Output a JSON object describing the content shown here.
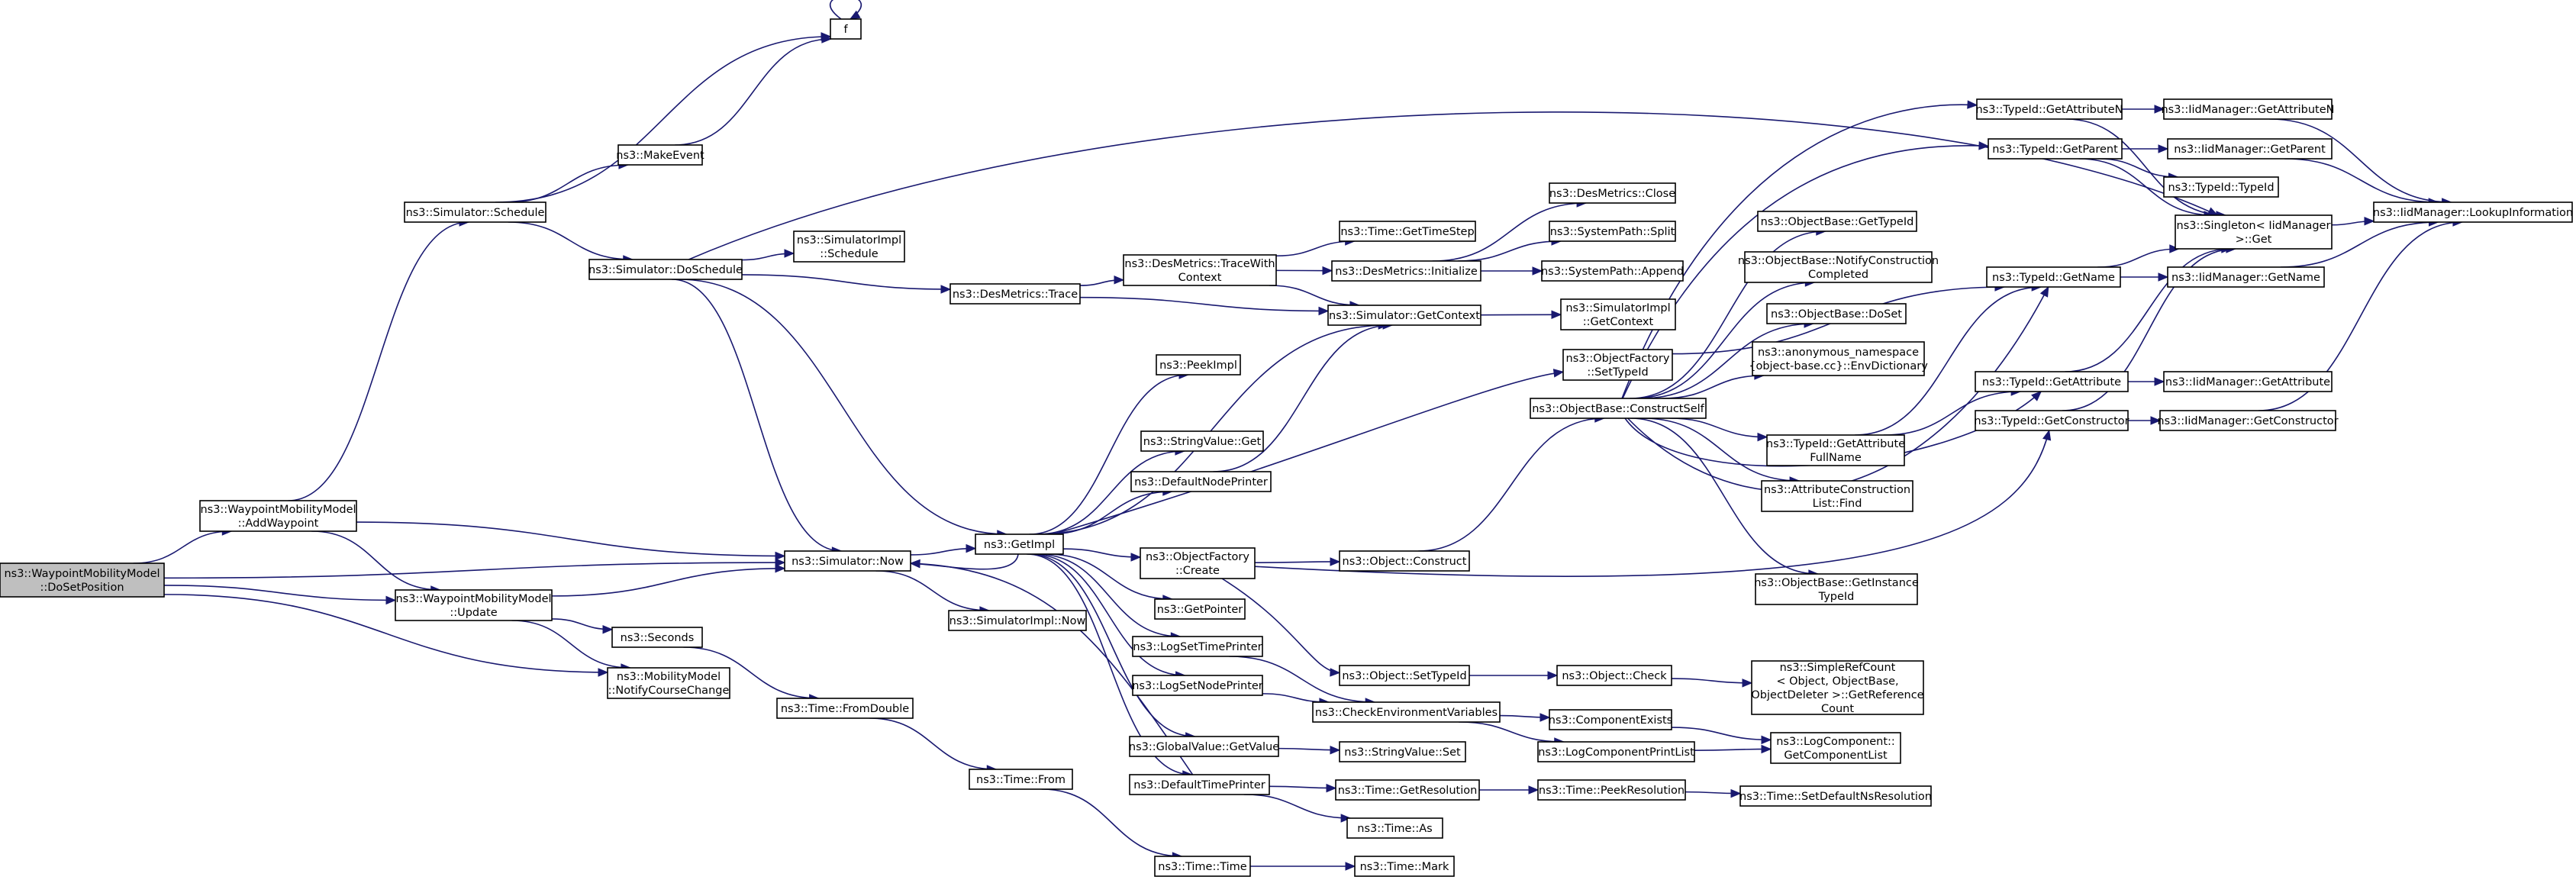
{
  "graph": {
    "title": "",
    "colors": {
      "edge": "#191970",
      "node_border": "#000000",
      "node_fill": "#ffffff",
      "root_fill": "#bfbfbf",
      "truncated_border": "#ff0000",
      "text": "#000000"
    },
    "nodes": [
      {
        "id": "root",
        "lines": [
          "ns3::WaypointMobilityModel",
          "::DoSetPosition"
        ],
        "root": true
      },
      {
        "id": "addWaypoint",
        "lines": [
          "ns3::WaypointMobilityModel",
          "::AddWaypoint"
        ]
      },
      {
        "id": "update",
        "lines": [
          "ns3::WaypointMobilityModel",
          "::Update"
        ]
      },
      {
        "id": "notify",
        "lines": [
          "ns3::MobilityModel",
          "::NotifyCourseChange"
        ]
      },
      {
        "id": "schedule",
        "lines": [
          "ns3::Simulator::Schedule"
        ]
      },
      {
        "id": "f",
        "lines": [
          "f"
        ]
      },
      {
        "id": "makeEvent",
        "lines": [
          "ns3::MakeEvent"
        ]
      },
      {
        "id": "doSchedule",
        "lines": [
          "ns3::Simulator::DoSchedule"
        ]
      },
      {
        "id": "simImplSchedule",
        "lines": [
          "ns3::SimulatorImpl",
          "::Schedule"
        ]
      },
      {
        "id": "desTrace",
        "lines": [
          "ns3::DesMetrics::Trace"
        ]
      },
      {
        "id": "traceWith",
        "lines": [
          "ns3::DesMetrics::TraceWith",
          "Context"
        ]
      },
      {
        "id": "timeStep",
        "lines": [
          "ns3::Time::GetTimeStep"
        ]
      },
      {
        "id": "desInit",
        "lines": [
          "ns3::DesMetrics::Initialize"
        ]
      },
      {
        "id": "desClose",
        "lines": [
          "ns3::DesMetrics::Close"
        ]
      },
      {
        "id": "sysSplit",
        "lines": [
          "ns3::SystemPath::Split"
        ]
      },
      {
        "id": "sysAppend",
        "lines": [
          "ns3::SystemPath::Append"
        ]
      },
      {
        "id": "getContext",
        "lines": [
          "ns3::Simulator::GetContext"
        ]
      },
      {
        "id": "simImplGetContext",
        "lines": [
          "ns3::SimulatorImpl",
          "::GetContext"
        ]
      },
      {
        "id": "now",
        "lines": [
          "ns3::Simulator::Now"
        ]
      },
      {
        "id": "simImplNow",
        "lines": [
          "ns3::SimulatorImpl::Now"
        ]
      },
      {
        "id": "getImpl",
        "lines": [
          "ns3::GetImpl"
        ]
      },
      {
        "id": "peekImpl",
        "lines": [
          "ns3::PeekImpl"
        ]
      },
      {
        "id": "svGet",
        "lines": [
          "ns3::StringValue::Get"
        ]
      },
      {
        "id": "defNodePrinter",
        "lines": [
          "ns3::DefaultNodePrinter"
        ]
      },
      {
        "id": "ofCreate",
        "lines": [
          "ns3::ObjectFactory",
          "::Create"
        ]
      },
      {
        "id": "getPointer",
        "lines": [
          "ns3::GetPointer"
        ]
      },
      {
        "id": "logSetTime",
        "lines": [
          "ns3::LogSetTimePrinter"
        ]
      },
      {
        "id": "logSetNode",
        "lines": [
          "ns3::LogSetNodePrinter"
        ]
      },
      {
        "id": "gvGetValue",
        "lines": [
          "ns3::GlobalValue::GetValue"
        ]
      },
      {
        "id": "defTimePrinter",
        "lines": [
          "ns3::DefaultTimePrinter"
        ]
      },
      {
        "id": "seconds",
        "lines": [
          "ns3::Seconds"
        ]
      },
      {
        "id": "fromDouble",
        "lines": [
          "ns3::Time::FromDouble"
        ]
      },
      {
        "id": "timeFrom",
        "lines": [
          "ns3::Time::From"
        ]
      },
      {
        "id": "timeTime",
        "lines": [
          "ns3::Time::Time"
        ]
      },
      {
        "id": "timeMark",
        "lines": [
          "ns3::Time::Mark"
        ],
        "truncated": true
      },
      {
        "id": "objConstruct",
        "lines": [
          "ns3::Object::Construct"
        ]
      },
      {
        "id": "objSetTypeId",
        "lines": [
          "ns3::Object::SetTypeId"
        ]
      },
      {
        "id": "objCheck",
        "lines": [
          "ns3::Object::Check"
        ]
      },
      {
        "id": "checkEnv",
        "lines": [
          "ns3::CheckEnvironmentVariables"
        ]
      },
      {
        "id": "svSet",
        "lines": [
          "ns3::StringValue::Set"
        ]
      },
      {
        "id": "getRes",
        "lines": [
          "ns3::Time::GetResolution"
        ]
      },
      {
        "id": "timeAs",
        "lines": [
          "ns3::Time::As"
        ]
      },
      {
        "id": "peekRes",
        "lines": [
          "ns3::Time::PeekResolution"
        ]
      },
      {
        "id": "setDefRes",
        "lines": [
          "ns3::Time::SetDefaultNsResolution"
        ],
        "truncated": true
      },
      {
        "id": "compExists",
        "lines": [
          "ns3::ComponentExists"
        ]
      },
      {
        "id": "logCompPrint",
        "lines": [
          "ns3::LogComponentPrintList"
        ]
      },
      {
        "id": "getCompList",
        "lines": [
          "ns3::LogComponent::",
          "GetComponentList"
        ]
      },
      {
        "id": "simpleRef",
        "lines": [
          "ns3::SimpleRefCount",
          "< Object, ObjectBase,",
          "ObjectDeleter >::GetReference",
          "Count"
        ]
      },
      {
        "id": "ofSetTypeId",
        "lines": [
          "ns3::ObjectFactory",
          "::SetTypeId"
        ]
      },
      {
        "id": "obConstructSelf",
        "lines": [
          "ns3::ObjectBase::ConstructSelf"
        ]
      },
      {
        "id": "obGetTypeId",
        "lines": [
          "ns3::ObjectBase::GetTypeId"
        ],
        "truncated": true
      },
      {
        "id": "obNotify",
        "lines": [
          "ns3::ObjectBase::NotifyConstruction",
          "Completed"
        ]
      },
      {
        "id": "obDoSet",
        "lines": [
          "ns3::ObjectBase::DoSet"
        ]
      },
      {
        "id": "anonEnv",
        "lines": [
          "ns3::anonymous_namespace",
          "{object-base.cc}::EnvDictionary"
        ]
      },
      {
        "id": "tidGetAttrFull",
        "lines": [
          "ns3::TypeId::GetAttribute",
          "FullName"
        ]
      },
      {
        "id": "acFind",
        "lines": [
          "ns3::AttributeConstruction",
          "List::Find"
        ]
      },
      {
        "id": "obGetInstance",
        "lines": [
          "ns3::ObjectBase::GetInstance",
          "TypeId"
        ]
      },
      {
        "id": "tidGetAttrN",
        "lines": [
          "ns3::TypeId::GetAttributeN"
        ]
      },
      {
        "id": "tidGetParent",
        "lines": [
          "ns3::TypeId::GetParent"
        ]
      },
      {
        "id": "tidTypeId",
        "lines": [
          "ns3::TypeId::TypeId"
        ]
      },
      {
        "id": "tidGetName",
        "lines": [
          "ns3::TypeId::GetName"
        ]
      },
      {
        "id": "tidGetAttr",
        "lines": [
          "ns3::TypeId::GetAttribute"
        ]
      },
      {
        "id": "tidGetCtor",
        "lines": [
          "ns3::TypeId::GetConstructor"
        ]
      },
      {
        "id": "singleton",
        "lines": [
          "ns3::Singleton< IidManager",
          ">::Get"
        ]
      },
      {
        "id": "iidGetAttrN",
        "lines": [
          "ns3::IidManager::GetAttributeN"
        ]
      },
      {
        "id": "iidGetParent",
        "lines": [
          "ns3::IidManager::GetParent"
        ]
      },
      {
        "id": "iidGetName",
        "lines": [
          "ns3::IidManager::GetName"
        ]
      },
      {
        "id": "iidGetAttr",
        "lines": [
          "ns3::IidManager::GetAttribute"
        ]
      },
      {
        "id": "iidGetCtor",
        "lines": [
          "ns3::IidManager::GetConstructor"
        ]
      },
      {
        "id": "iidLookup",
        "lines": [
          "ns3::IidManager::LookupInformation"
        ]
      }
    ],
    "edges": [
      [
        "root",
        "addWaypoint"
      ],
      [
        "root",
        "now"
      ],
      [
        "root",
        "update"
      ],
      [
        "root",
        "notify"
      ],
      [
        "addWaypoint",
        "schedule"
      ],
      [
        "addWaypoint",
        "now"
      ],
      [
        "addWaypoint",
        "update"
      ],
      [
        "update",
        "now"
      ],
      [
        "update",
        "notify"
      ],
      [
        "update",
        "seconds"
      ],
      [
        "schedule",
        "f"
      ],
      [
        "schedule",
        "makeEvent"
      ],
      [
        "schedule",
        "doSchedule"
      ],
      [
        "makeEvent",
        "f"
      ],
      [
        "f",
        "f"
      ],
      [
        "doSchedule",
        "simImplSchedule"
      ],
      [
        "doSchedule",
        "desTrace"
      ],
      [
        "doSchedule",
        "now"
      ],
      [
        "doSchedule",
        "getImpl"
      ],
      [
        "doSchedule",
        "singleton"
      ],
      [
        "desTrace",
        "traceWith"
      ],
      [
        "desTrace",
        "getContext"
      ],
      [
        "traceWith",
        "timeStep"
      ],
      [
        "traceWith",
        "desInit"
      ],
      [
        "traceWith",
        "getContext"
      ],
      [
        "desInit",
        "desClose"
      ],
      [
        "desInit",
        "sysSplit"
      ],
      [
        "desInit",
        "sysAppend"
      ],
      [
        "getContext",
        "simImplGetContext"
      ],
      [
        "now",
        "getImpl"
      ],
      [
        "now",
        "simImplNow"
      ],
      [
        "getImpl",
        "peekImpl"
      ],
      [
        "getImpl",
        "svGet"
      ],
      [
        "getImpl",
        "defNodePrinter"
      ],
      [
        "getImpl",
        "ofCreate"
      ],
      [
        "getImpl",
        "getPointer"
      ],
      [
        "getImpl",
        "logSetTime"
      ],
      [
        "getImpl",
        "logSetNode"
      ],
      [
        "getImpl",
        "gvGetValue"
      ],
      [
        "getImpl",
        "defTimePrinter"
      ],
      [
        "getImpl",
        "ofSetTypeId"
      ],
      [
        "getImpl",
        "getContext"
      ],
      [
        "getImpl",
        "now"
      ],
      [
        "defNodePrinter",
        "getContext"
      ],
      [
        "ofCreate",
        "objConstruct"
      ],
      [
        "ofCreate",
        "objSetTypeId"
      ],
      [
        "ofCreate",
        "tidGetCtor"
      ],
      [
        "logSetTime",
        "checkEnv"
      ],
      [
        "logSetNode",
        "checkEnv"
      ],
      [
        "gvGetValue",
        "svSet"
      ],
      [
        "defTimePrinter",
        "getRes"
      ],
      [
        "defTimePrinter",
        "timeAs"
      ],
      [
        "defTimePrinter",
        "now"
      ],
      [
        "seconds",
        "fromDouble"
      ],
      [
        "fromDouble",
        "timeFrom"
      ],
      [
        "timeFrom",
        "timeTime"
      ],
      [
        "timeTime",
        "timeMark"
      ],
      [
        "objConstruct",
        "obConstructSelf"
      ],
      [
        "objSetTypeId",
        "objCheck"
      ],
      [
        "objCheck",
        "simpleRef"
      ],
      [
        "checkEnv",
        "compExists"
      ],
      [
        "checkEnv",
        "logCompPrint"
      ],
      [
        "compExists",
        "getCompList"
      ],
      [
        "logCompPrint",
        "getCompList"
      ],
      [
        "getRes",
        "peekRes"
      ],
      [
        "peekRes",
        "setDefRes"
      ],
      [
        "ofSetTypeId",
        "tidGetName"
      ],
      [
        "obConstructSelf",
        "obGetTypeId"
      ],
      [
        "obConstructSelf",
        "obNotify"
      ],
      [
        "obConstructSelf",
        "obDoSet"
      ],
      [
        "obConstructSelf",
        "anonEnv"
      ],
      [
        "obConstructSelf",
        "tidGetAttrFull"
      ],
      [
        "obConstructSelf",
        "acFind"
      ],
      [
        "obConstructSelf",
        "obGetInstance"
      ],
      [
        "obConstructSelf",
        "tidGetAttrN"
      ],
      [
        "obConstructSelf",
        "tidGetParent"
      ],
      [
        "obConstructSelf",
        "tidGetName"
      ],
      [
        "obConstructSelf",
        "tidGetAttr"
      ],
      [
        "tidGetAttrFull",
        "tidGetName"
      ],
      [
        "tidGetAttrFull",
        "tidGetAttr"
      ],
      [
        "tidGetAttrN",
        "iidGetAttrN"
      ],
      [
        "tidGetAttrN",
        "singleton"
      ],
      [
        "tidGetParent",
        "iidGetParent"
      ],
      [
        "tidGetParent",
        "singleton"
      ],
      [
        "tidGetParent",
        "tidTypeId"
      ],
      [
        "tidGetName",
        "singleton"
      ],
      [
        "tidGetName",
        "iidGetName"
      ],
      [
        "tidGetAttr",
        "iidGetAttr"
      ],
      [
        "tidGetAttr",
        "singleton"
      ],
      [
        "tidGetCtor",
        "iidGetCtor"
      ],
      [
        "tidGetCtor",
        "singleton"
      ],
      [
        "iidGetAttrN",
        "iidLookup"
      ],
      [
        "iidGetParent",
        "iidLookup"
      ],
      [
        "iidGetName",
        "iidLookup"
      ],
      [
        "iidGetCtor",
        "iidLookup"
      ],
      [
        "singleton",
        "iidLookup"
      ]
    ]
  }
}
